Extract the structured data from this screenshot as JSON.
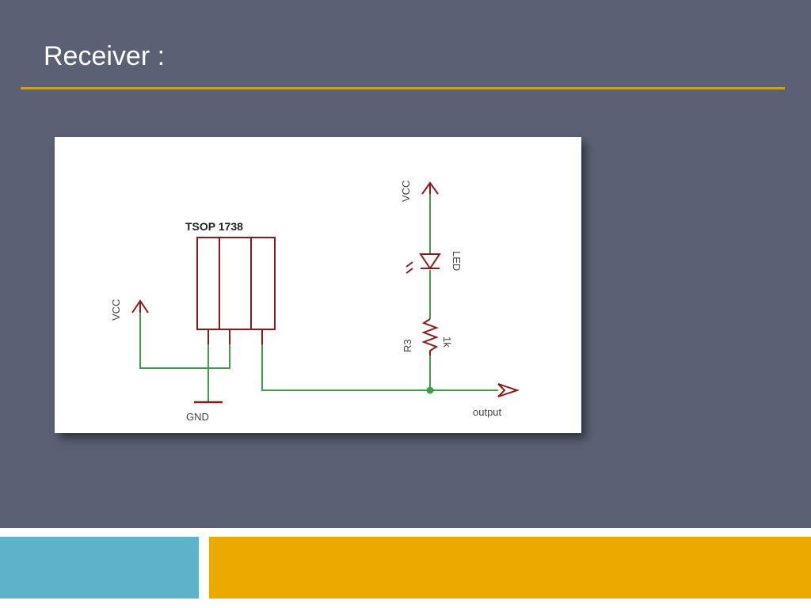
{
  "slide": {
    "title": "Receiver :"
  },
  "schematic": {
    "ic_label": "TSOP 1738",
    "vcc_left_label": "VCC",
    "vcc_right_label": "VCC",
    "led_label": "LED",
    "resistor_name": "R3",
    "resistor_value": "1k",
    "gnd_label": "GND",
    "output_label": "output"
  },
  "colors": {
    "background": "#5a6174",
    "title_rule": "#c8a02a",
    "footer_blue": "#5eb3cb",
    "footer_gold": "#ecaa00",
    "wire": "#3aa04a",
    "component": "#8b1a1a"
  }
}
